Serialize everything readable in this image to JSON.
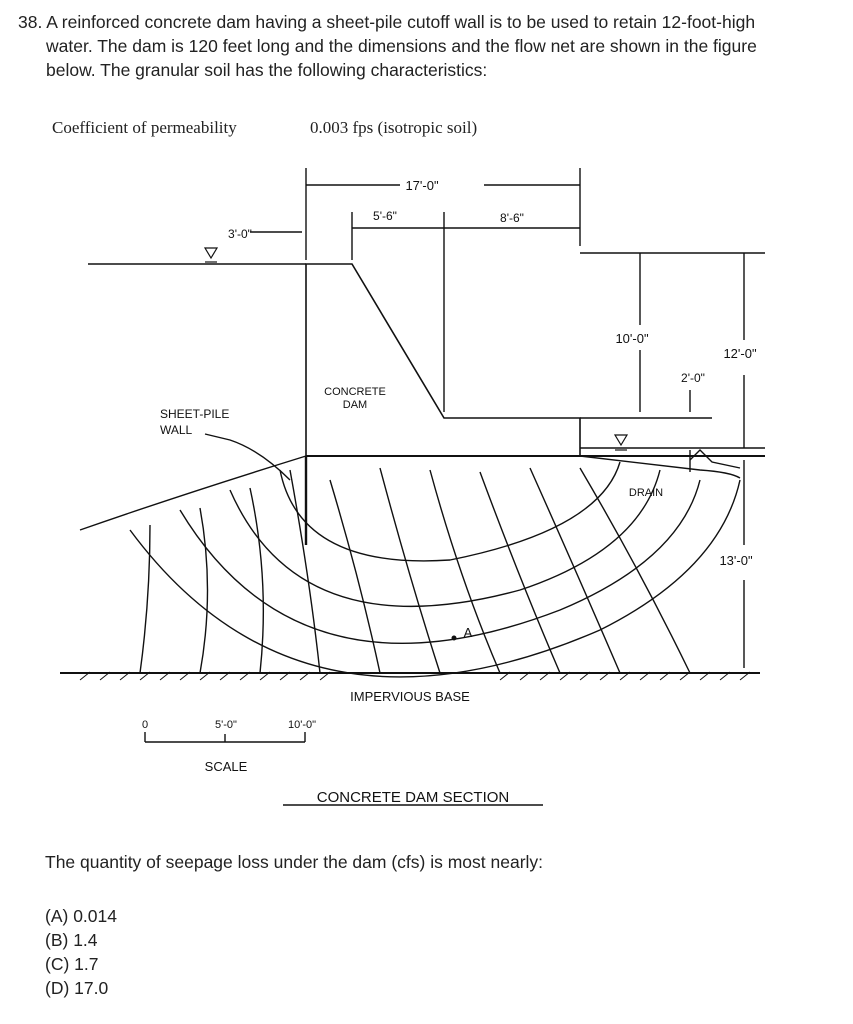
{
  "problem": {
    "line1": "38. A reinforced concrete dam having a sheet-pile cutoff wall is to be used to retain 12-foot-high",
    "line2": "water.  The dam is 120 feet long and the dimensions and the flow net are shown in the figure",
    "line3": "below.  The granular soil has the following characteristics:"
  },
  "soil": {
    "label": "Coefficient of permeability",
    "value": "0.003 fps (isotropic soil)"
  },
  "figure": {
    "dim_total": "17'-0\"",
    "dim_left": "5'-6\"",
    "dim_right": "8'-6\"",
    "dim_3ft": "3'-0\"",
    "dim_10ft": "10'-0\"",
    "dim_12ft": "12'-0\"",
    "dim_2ft": "2'-0\"",
    "dim_13ft": "13'-0\"",
    "concrete_label_1": "CONCRETE",
    "concrete_label_2": "DAM",
    "sheet_pile_1": "SHEET-PILE",
    "sheet_pile_2": "WALL",
    "drain": "DRAIN",
    "point_a": "A",
    "impervious": "IMPERVIOUS BASE",
    "scale_0": "0",
    "scale_5": "5'-0\"",
    "scale_10": "10'-0\"",
    "scale_label": "SCALE",
    "caption": "CONCRETE DAM SECTION"
  },
  "question": "The quantity of seepage loss under the dam (cfs) is most nearly:",
  "choices": [
    "(A) 0.014",
    "(B) 1.4",
    "(C) 1.7",
    "(D) 17.0"
  ]
}
